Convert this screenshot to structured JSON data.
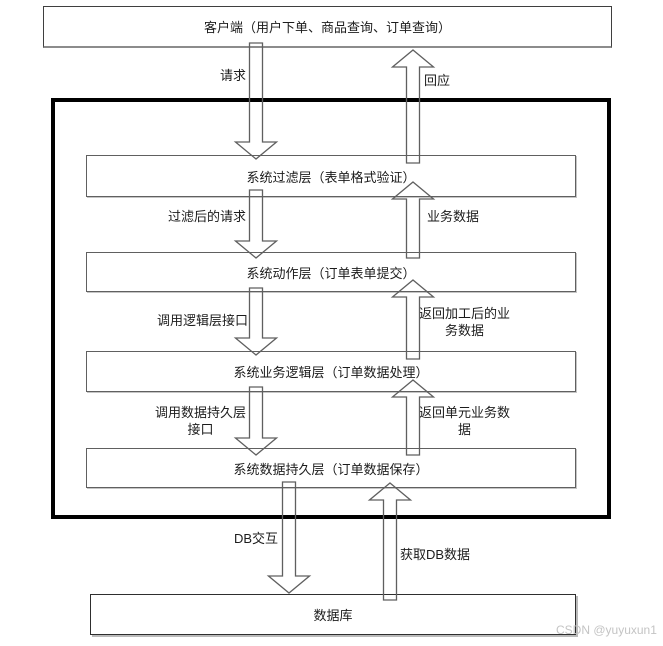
{
  "diagram": {
    "client": {
      "label": "客户端（用户下单、商品查询、订单查询）"
    },
    "layers": [
      {
        "label": "系统过滤层（表单格式验证）"
      },
      {
        "label": "系统动作层（订单表单提交）"
      },
      {
        "label": "系统业务逻辑层（订单数据处理）"
      },
      {
        "label": "系统数据持久层（订单数据保存）"
      }
    ],
    "database": {
      "label": "数据库"
    },
    "flows": {
      "request": "请求",
      "response": "回应",
      "filtered_request": "过滤后的请求",
      "business_data": "业务数据",
      "call_logic_interface": "调用逻辑层接口",
      "return_processed_business_data": "返回加工后的业务数据",
      "call_persistence_interface": "调用数据持久层接口",
      "return_unit_business_data": "返回单元业务数据",
      "db_interaction": "DB交互",
      "fetch_db_data": "获取DB数据"
    },
    "watermark": "CSDN @yuyuxun1",
    "colors": {
      "outer_border": "#000000",
      "box_border": "#606060",
      "arrow_stroke": "#5f5f5f",
      "watermark": "#c4c4c4"
    }
  }
}
